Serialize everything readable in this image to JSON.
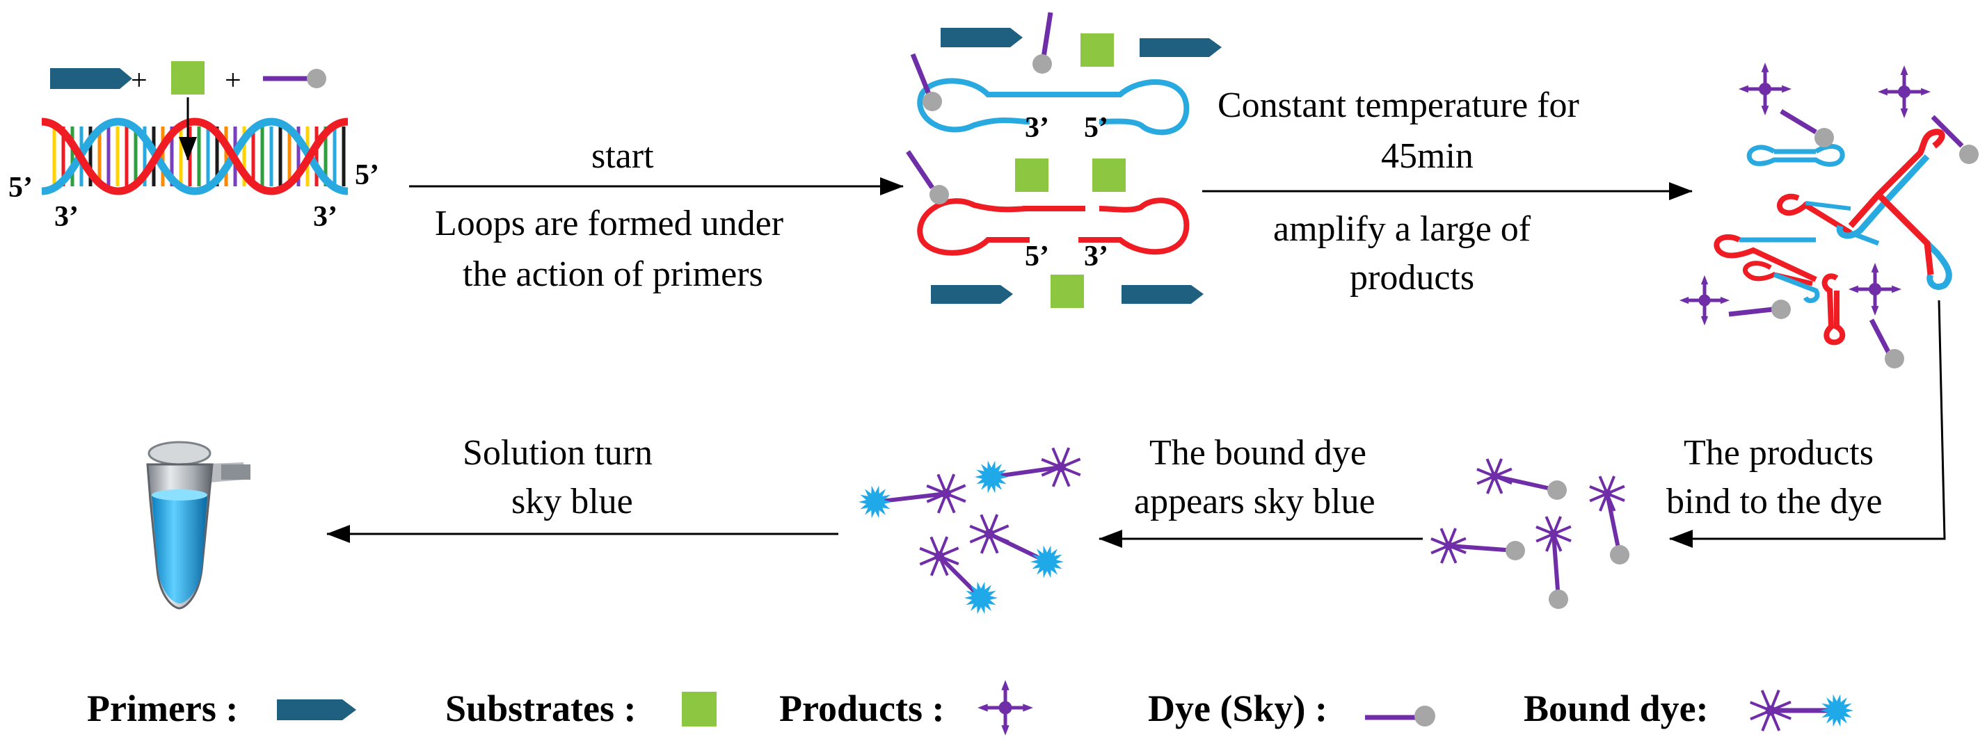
{
  "plus_sign": "+",
  "strand_labels": {
    "dna_left_5": "5’",
    "dna_left_3": "3’",
    "dna_right_5": "5’",
    "dna_right_3": "3’",
    "loop_top_3": "3’",
    "loop_top_5": "5’",
    "loop_bottom_5": "5’",
    "loop_bottom_3": "3’"
  },
  "steps": {
    "start": {
      "line1": "start",
      "line2": "Loops are formed under",
      "line3": "the action of primers"
    },
    "amplify": {
      "line1": "Constant temperature for",
      "line2": "45min",
      "line3": "amplify  a large  of",
      "line4": "products"
    },
    "bind": {
      "line1": "The products",
      "line2": "bind to the dye"
    },
    "appear": {
      "line1": "The bound dye",
      "line2": "appears sky blue"
    },
    "solution": {
      "line1": "Solution turn",
      "line2": "sky blue"
    }
  },
  "legend": {
    "primers": "Primers :",
    "substrates": "Substrates :",
    "products": "Products :",
    "dye": "Dye (Sky) :",
    "bound_dye": "Bound dye:"
  },
  "colors": {
    "primer": "#1f5f7f",
    "substrate": "#8dc641",
    "product": "#6f2da8",
    "dye_tip": "#a6a6a6",
    "sky_blue": "#1fa9e8",
    "strand_red": "#ef1c24",
    "strand_blue": "#28a9e0"
  }
}
